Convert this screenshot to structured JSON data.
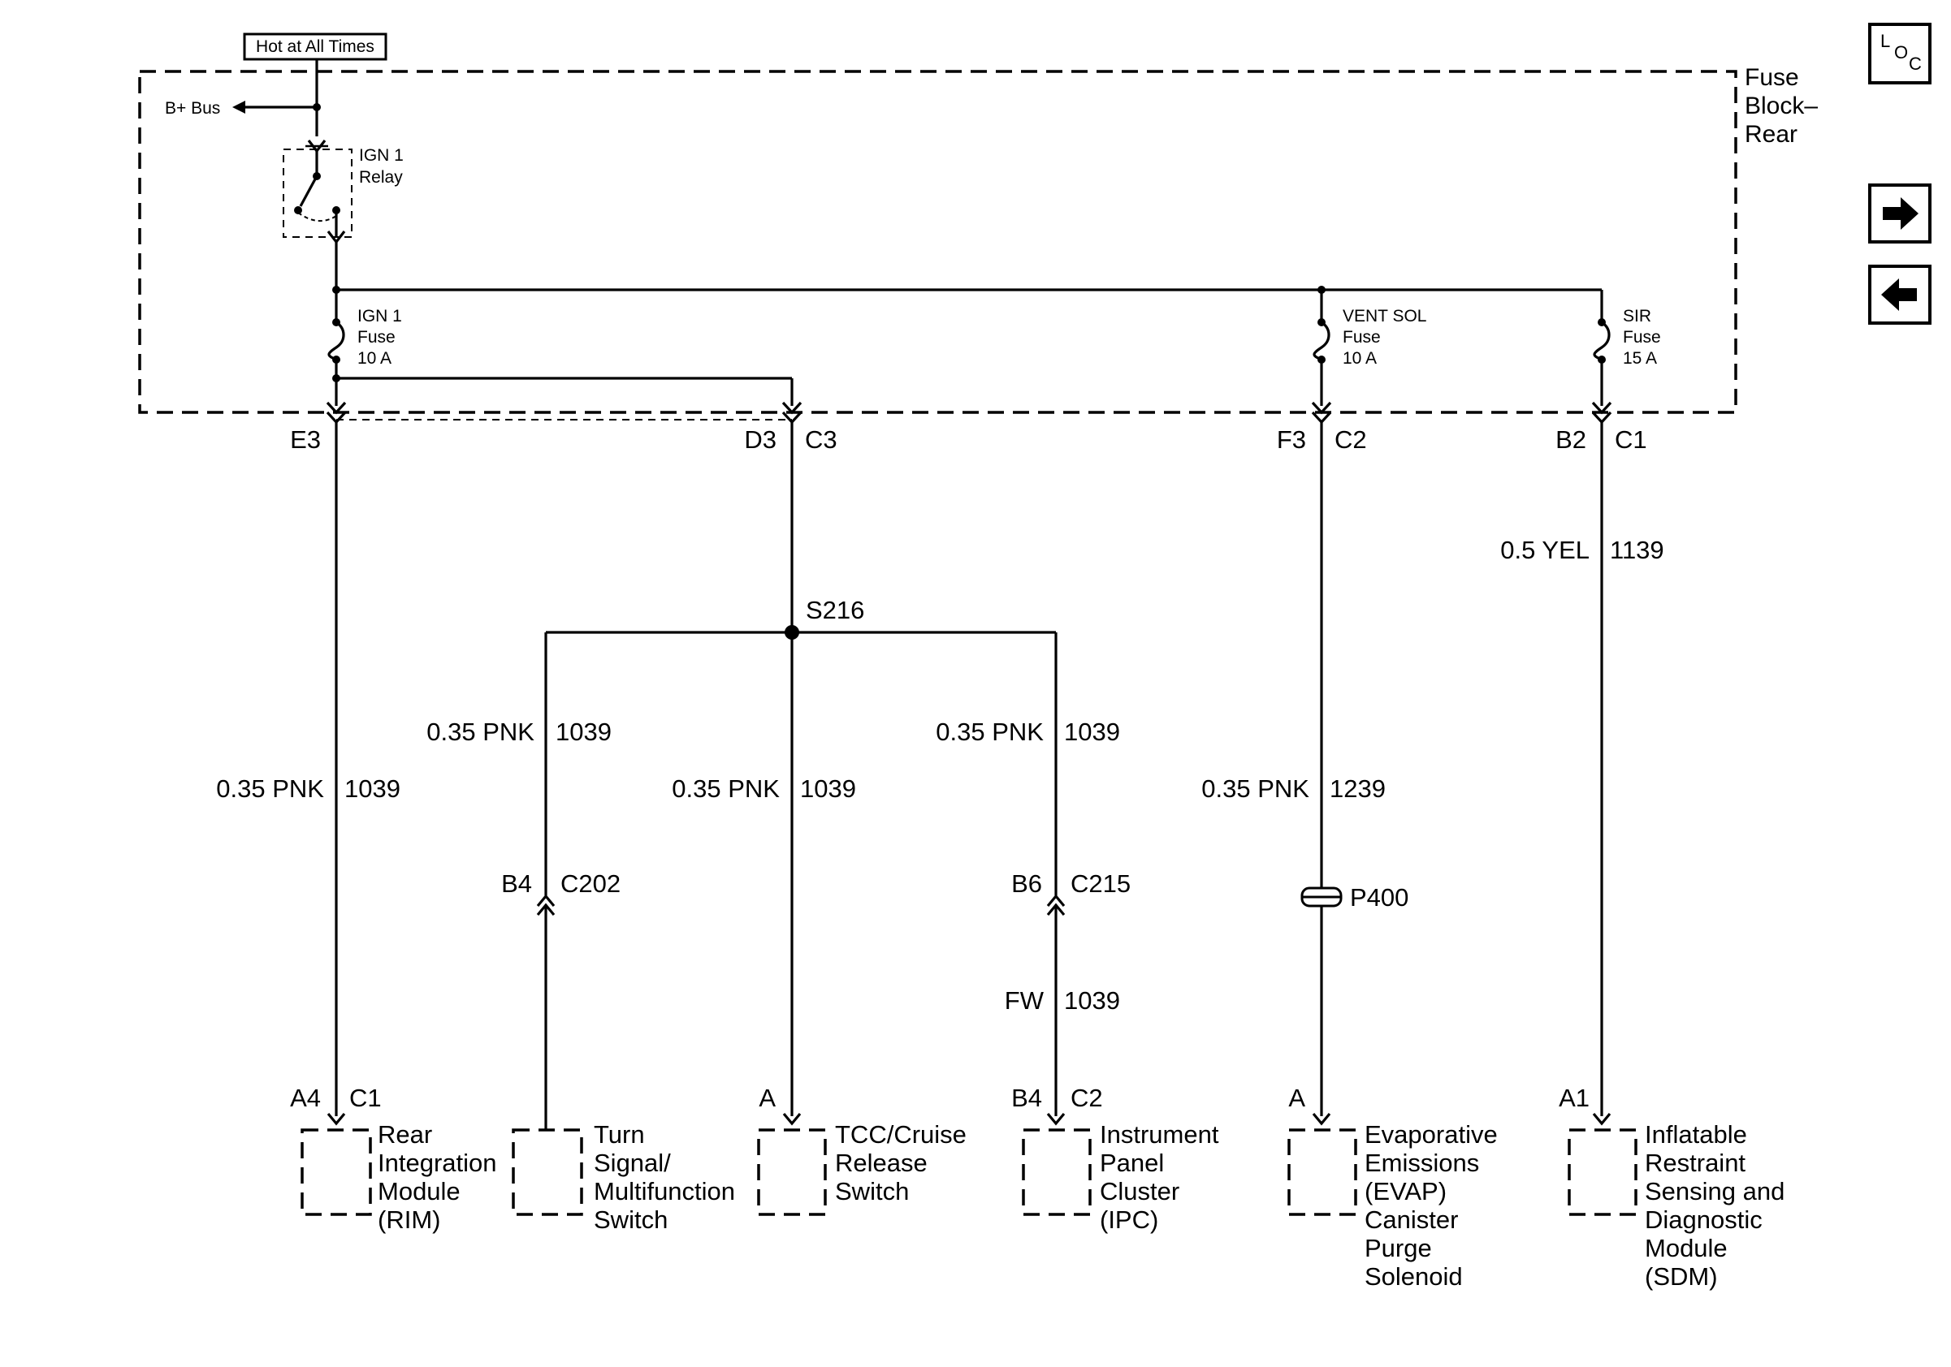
{
  "hot_label": "Hot at All Times",
  "bplus_bus": "B+ Bus",
  "fuse_block": {
    "line1": "Fuse",
    "line2": "Block–",
    "line3": "Rear"
  },
  "relay": {
    "line1": "IGN 1",
    "line2": "Relay"
  },
  "fuses": [
    {
      "line1": "IGN 1",
      "line2": "Fuse",
      "line3": "10 A"
    },
    {
      "line1": "VENT SOL",
      "line2": "Fuse",
      "line3": "10 A"
    },
    {
      "line1": "SIR",
      "line2": "Fuse",
      "line3": "15 A"
    }
  ],
  "fuse_pins": [
    {
      "pin": "E3",
      "conn": ""
    },
    {
      "pin": "D3",
      "conn": "C3"
    },
    {
      "pin": "F3",
      "conn": "C2"
    },
    {
      "pin": "B2",
      "conn": "C1"
    }
  ],
  "splice": "S216",
  "wires": [
    {
      "gauge_color": "0.35 PNK",
      "circuit": "1039"
    },
    {
      "gauge_color": "0.35 PNK",
      "circuit": "1039"
    },
    {
      "gauge_color": "0.35 PNK",
      "circuit": "1039"
    },
    {
      "gauge_color": "0.35 PNK",
      "circuit": "1039"
    },
    {
      "gauge_color": "0.35 PNK",
      "circuit": "1239"
    },
    {
      "gauge_color": "0.5 YEL",
      "circuit": "1139"
    },
    {
      "gauge_color": "FW",
      "circuit": "1039"
    }
  ],
  "inline_connectors": [
    {
      "pin": "B4",
      "conn": "C202"
    },
    {
      "pin": "B6",
      "conn": "C215"
    },
    {
      "conn": "P400"
    }
  ],
  "components": [
    {
      "pin": "A4",
      "conn": "C1",
      "lines": [
        "Rear",
        "Integration",
        "Module",
        "(RIM)"
      ]
    },
    {
      "pin": "",
      "conn": "",
      "lines": [
        "Turn",
        "Signal/",
        "Multifunction",
        "Switch"
      ]
    },
    {
      "pin": "A",
      "conn": "",
      "lines": [
        "TCC/Cruise",
        "Release",
        "Switch"
      ]
    },
    {
      "pin": "B4",
      "conn": "C2",
      "lines": [
        "Instrument",
        "Panel",
        "Cluster",
        "(IPC)"
      ]
    },
    {
      "pin": "A",
      "conn": "",
      "lines": [
        "Evaporative",
        "Emissions",
        "(EVAP)",
        "Canister",
        "Purge",
        "Solenoid"
      ]
    },
    {
      "pin": "A1",
      "conn": "",
      "lines": [
        "Inflatable",
        "Restraint",
        "Sensing and",
        "Diagnostic",
        "Module",
        "(SDM)"
      ]
    }
  ],
  "nav": {
    "loc_l": "L",
    "loc_o": "O",
    "loc_c": "C",
    "next": "next-page",
    "prev": "previous-page"
  }
}
